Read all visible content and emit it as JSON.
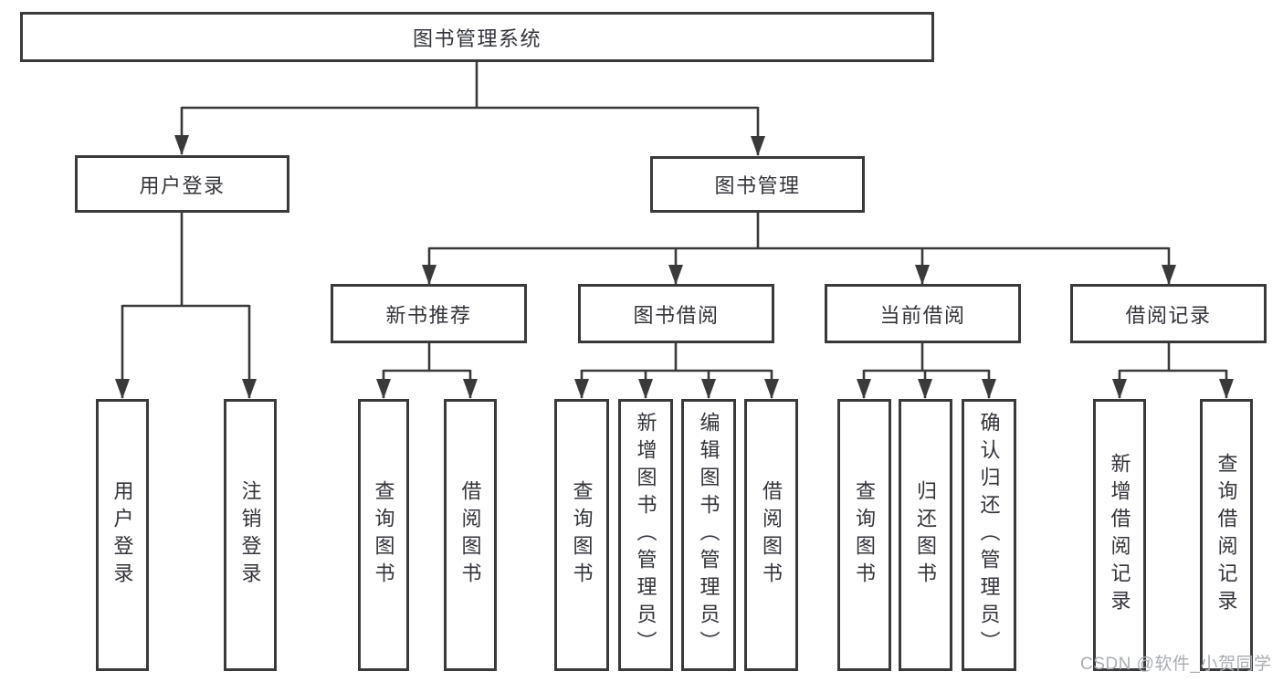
{
  "diagram": {
    "root": {
      "label": "图书管理系统"
    },
    "branches": [
      {
        "label": "用户登录",
        "children": [
          {
            "label": "用户登录"
          },
          {
            "label": "注销登录"
          }
        ]
      },
      {
        "label": "图书管理",
        "children": [
          {
            "label": "新书推荐",
            "children": [
              {
                "label": "查询图书"
              },
              {
                "label": "借阅图书"
              }
            ]
          },
          {
            "label": "图书借阅",
            "children": [
              {
                "label": "查询图书"
              },
              {
                "label": "新增图书（管理员）"
              },
              {
                "label": "编辑图书（管理员）"
              },
              {
                "label": "借阅图书"
              }
            ]
          },
          {
            "label": "当前借阅",
            "children": [
              {
                "label": "查询图书"
              },
              {
                "label": "归还图书"
              },
              {
                "label": "确认归还（管理员）"
              }
            ]
          },
          {
            "label": "借阅记录",
            "children": [
              {
                "label": "新增借阅记录"
              },
              {
                "label": "查询借阅记录"
              }
            ]
          }
        ]
      }
    ]
  },
  "watermark": {
    "text": "CSDN @软件_小贺同学"
  },
  "colors": {
    "line": "#3a3a3a",
    "text": "#33343a",
    "background": "#ffffff",
    "watermark": "#a9adb3"
  }
}
